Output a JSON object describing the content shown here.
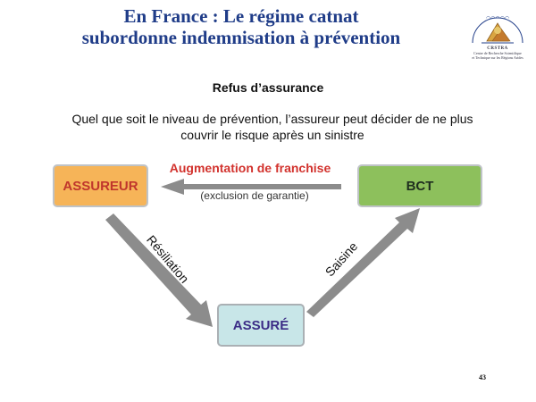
{
  "slide": {
    "title_line1": "En France : Le régime catnat",
    "title_line2": "subordonne indemnisation à prévention",
    "subheading": "Refus d’assurance",
    "body_line1": "Quel que soit le niveau de prévention, l’assureur peut décider de ne plus",
    "body_line2": "couvrir le risque après un sinistre",
    "page_number": "43"
  },
  "logo": {
    "name": "CRSTRA",
    "line1": "Centre de Recherche Scientifique",
    "line2": "et Technique sur les Régions Arides"
  },
  "diagram": {
    "node_assureur": "ASSUREUR",
    "node_bct": "BCT",
    "node_assure": "ASSURÉ",
    "edge_top_label": "Augmentation de franchise",
    "edge_top_sublabel": "(exclusion de garantie)",
    "edge_left_label": "Résiliation",
    "edge_right_label": "Saisine"
  },
  "colors": {
    "title": "#1f3c88",
    "assureur_fill": "#f6b458",
    "assureur_text": "#c0362c",
    "bct_fill": "#8dc05c",
    "assure_fill": "#c8e6e8",
    "assure_text": "#3b2c86",
    "arrow": "#8c8c8c",
    "franchise_text": "#d2322d"
  }
}
